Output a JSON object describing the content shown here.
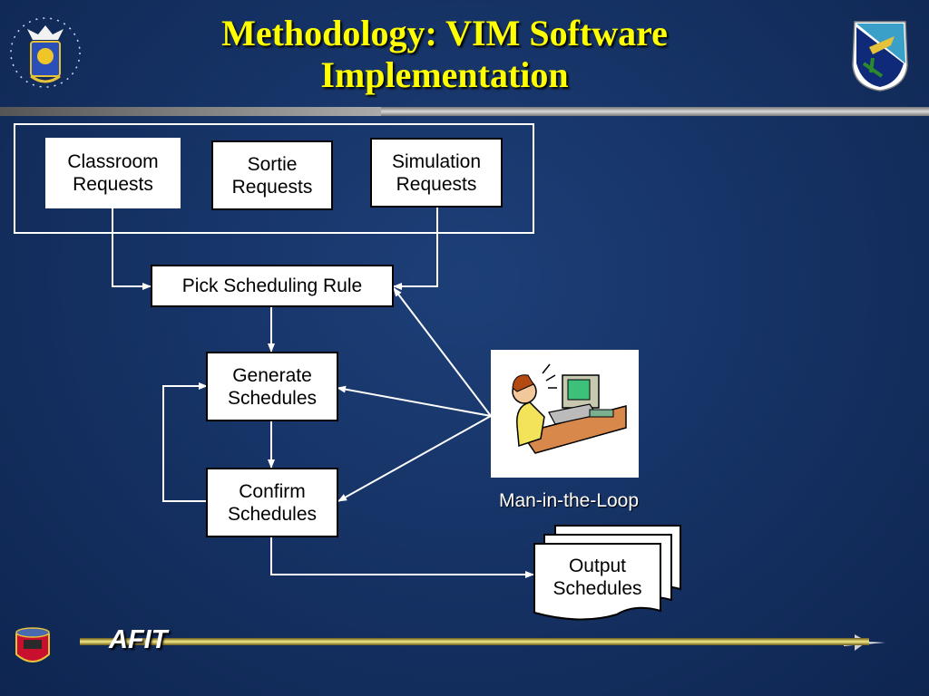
{
  "slide": {
    "title_line1": "Methodology: VIM Software",
    "title_line2": "Implementation"
  },
  "diagram": {
    "nodes": {
      "classroom": "Classroom\nRequests",
      "sortie": "Sortie\nRequests",
      "simulation": "Simulation\nRequests",
      "pick_rule": "Pick Scheduling Rule",
      "generate": "Generate\nSchedules",
      "confirm": "Confirm\nSchedules",
      "output": "Output\nSchedules"
    },
    "man_in_loop_caption": "Man-in-the-Loop"
  },
  "footer": {
    "brand": "AFIT"
  },
  "colors": {
    "title": "#ffff00",
    "background": "#163366",
    "connector": "#ffffff"
  },
  "icons": [
    "air-force-seal-icon",
    "flying-training-wing-emblem-icon",
    "man-at-computer-clipart",
    "afit-logo-icon",
    "jet-icon"
  ]
}
